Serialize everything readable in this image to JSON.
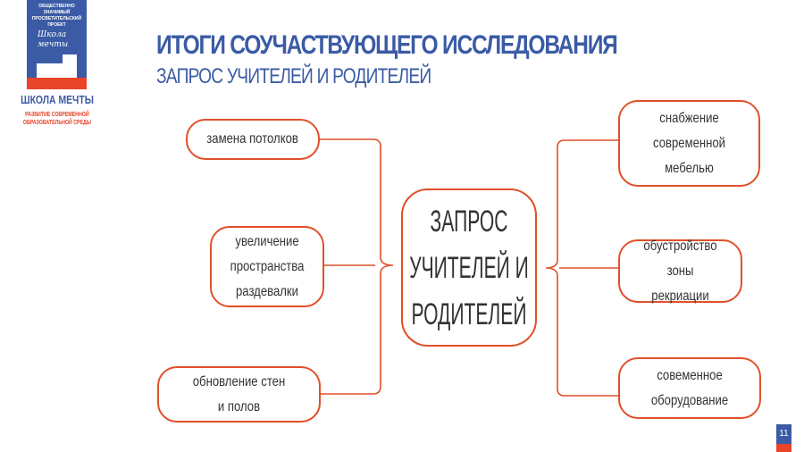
{
  "logo": {
    "top_text": "ОБЩЕСТВЕННО ЗНАЧИМЫЙ ПРОСВЕТИТЕЛЬСКИЙ ПРОЕКТ",
    "script_text": "Школа мечты",
    "brand": "ШКОЛА МЕЧТЫ",
    "brand_sub": "РАЗВИТИЕ СОВРЕМЕННОЙ ОБРАЗОВАТЕЛЬНОЙ СРЕДЫ"
  },
  "header": {
    "title": "ИТОГИ СОУЧАСТВУЮЩЕГО ИССЛЕДОВАНИЯ",
    "subtitle": "ЗАПРОС УЧИТЕЛЕЙ И РОДИТЕЛЕЙ"
  },
  "diagram": {
    "center": "ЗАПРОС УЧИТЕЛЕЙ И РОДИТЕЛЕЙ",
    "left": [
      "замена потолков",
      "увеличение пространства раздевалки",
      "обновление стен и полов"
    ],
    "right": [
      "снабжение современной мебелью",
      "обустройство зоны рекриации",
      "совеменное оборудование"
    ]
  },
  "page_number": "11",
  "colors": {
    "blue": "#3b5ba5",
    "red": "#e8452a",
    "border": "#e0502a"
  }
}
